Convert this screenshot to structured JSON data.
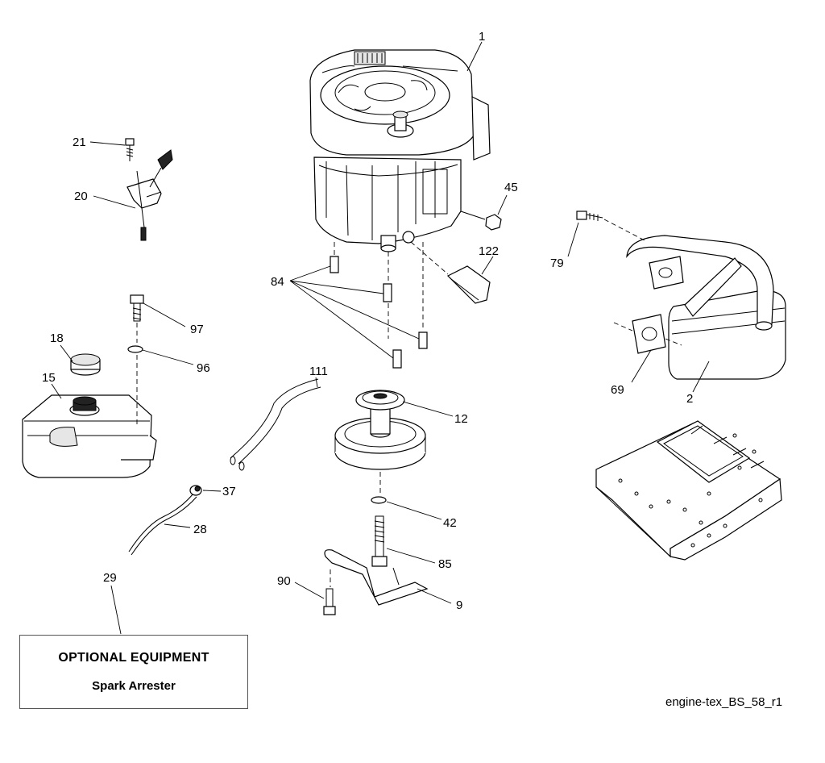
{
  "diagram": {
    "reference": "engine-tex_BS_58_r1",
    "optional_box": {
      "title": "OPTIONAL EQUIPMENT",
      "subtitle": "Spark Arrester"
    },
    "callouts": {
      "c1": "1",
      "c2": "2",
      "c9": "9",
      "c12": "12",
      "c15": "15",
      "c18": "18",
      "c20": "20",
      "c21": "21",
      "c28": "28",
      "c29": "29",
      "c37": "37",
      "c42": "42",
      "c45": "45",
      "c69": "69",
      "c79": "79",
      "c84": "84",
      "c85": "85",
      "c90": "90",
      "c96": "96",
      "c97": "97",
      "c111": "111",
      "c122": "122"
    }
  }
}
